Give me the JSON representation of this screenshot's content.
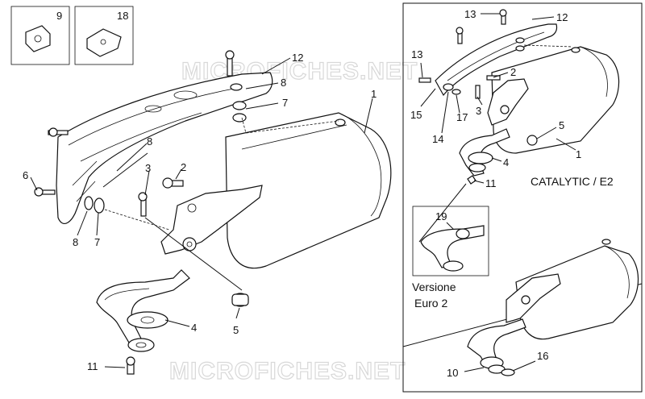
{
  "watermark": "MICROFICHES.NET",
  "boxes": {
    "clip_a": "9",
    "clip_b": "18"
  },
  "callouts_main": {
    "c1": "1",
    "c2": "2",
    "c3": "3",
    "c4": "4",
    "c5": "5",
    "c6": "6",
    "c7a": "7",
    "c7b": "7",
    "c8a": "8",
    "c8b": "8",
    "c8c": "8",
    "c11": "11",
    "c12": "12"
  },
  "callouts_inset": {
    "c13a": "13",
    "c13b": "13",
    "c12": "12",
    "c2": "2",
    "c15": "15",
    "c3": "3",
    "c14": "14",
    "c17": "17",
    "c5": "5",
    "c1": "1",
    "c4": "4",
    "c11": "11",
    "c19": "19",
    "c10": "10",
    "c16": "16"
  },
  "captions": {
    "catalytic": "CATALYTIC / E2",
    "versione_line1": "Versione",
    "versione_line2": "Euro 2"
  }
}
